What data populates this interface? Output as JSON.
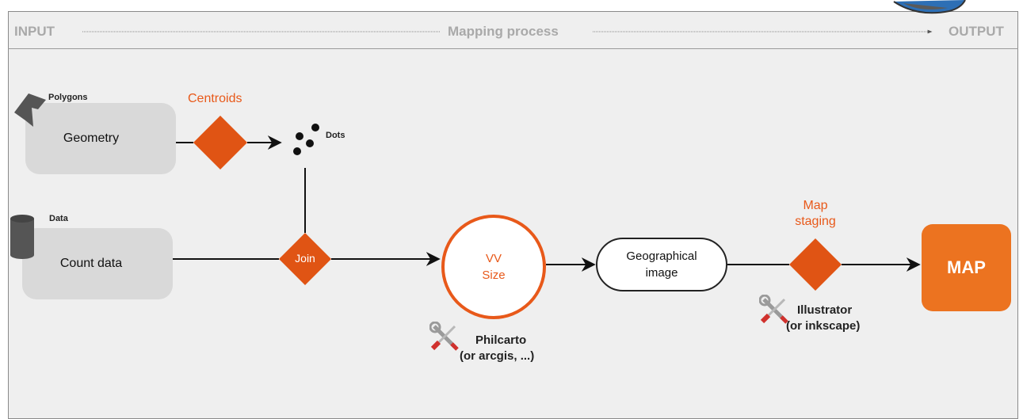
{
  "header": {
    "input": "INPUT",
    "process": "Mapping process",
    "output": "OUTPUT"
  },
  "inputs": {
    "geometry": {
      "tag": "Polygons",
      "label": "Geometry"
    },
    "count": {
      "tag": "Data",
      "label": "Count data"
    }
  },
  "steps": {
    "centroids": "Centroids",
    "dots": "Dots",
    "join": "Join",
    "vv_line1": "VV",
    "vv_line2": "Size",
    "geo_line1": "Geographical",
    "geo_line2": "image",
    "staging_line1": "Map",
    "staging_line2": "staging",
    "map": "MAP"
  },
  "tools": {
    "philcarto_line1": "Philcarto",
    "philcarto_line2": "(or arcgis, ...)",
    "illustrator_line1": "Illustrator",
    "illustrator_line2": "(or inkscape)"
  },
  "colors": {
    "accent": "#e8591a",
    "map_box": "#ec7320",
    "input_box": "#d9d9d9",
    "background": "#efefef"
  },
  "icons": [
    "polygon-icon",
    "database-icon",
    "dots-icon",
    "tools-icon"
  ]
}
